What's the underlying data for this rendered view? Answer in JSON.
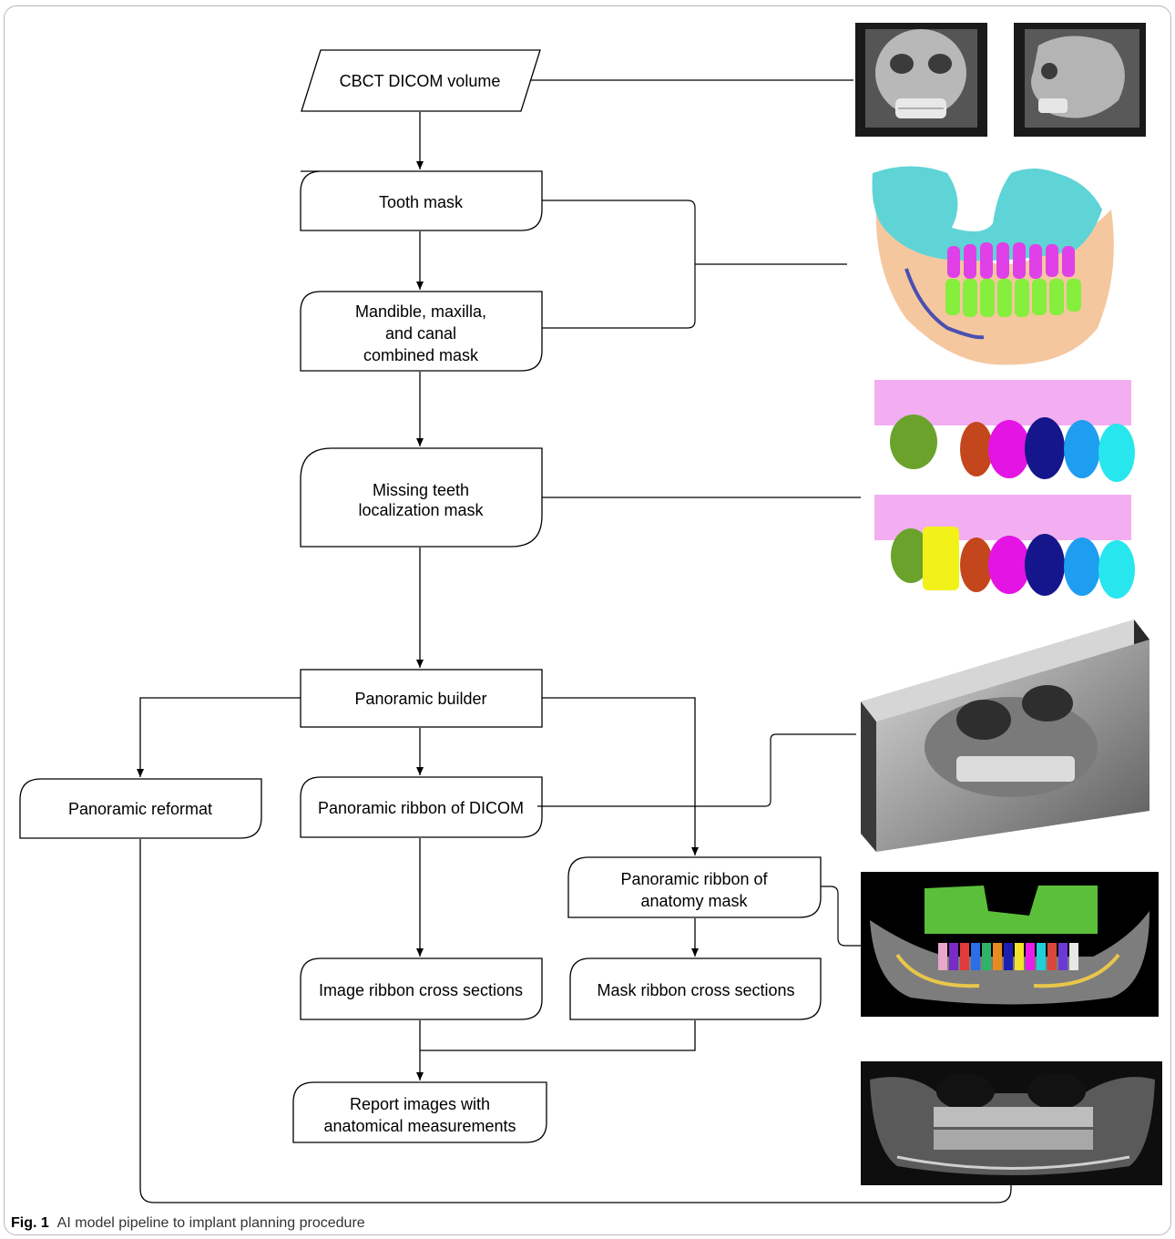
{
  "nodes": {
    "cbct": "CBCT DICOM volume",
    "tooth_mask": "Tooth mask",
    "combined_mask": [
      "Mandible, maxilla,",
      "and canal",
      "combined mask"
    ],
    "missing_teeth": [
      "Missing teeth",
      "localization mask"
    ],
    "pano_builder": "Panoramic builder",
    "pano_reformat": "Panoramic reformat",
    "pano_ribbon_dicom": "Panoramic ribbon of DICOM",
    "pano_ribbon_mask": [
      "Panoramic ribbon of",
      "anatomy mask"
    ],
    "image_cross": "Image ribbon cross sections",
    "mask_cross": "Mask ribbon cross sections",
    "report": [
      "Report images with",
      "anatomical measurements"
    ]
  },
  "caption": {
    "label": "Fig. 1",
    "text": "AI model pipeline to implant planning procedure"
  }
}
